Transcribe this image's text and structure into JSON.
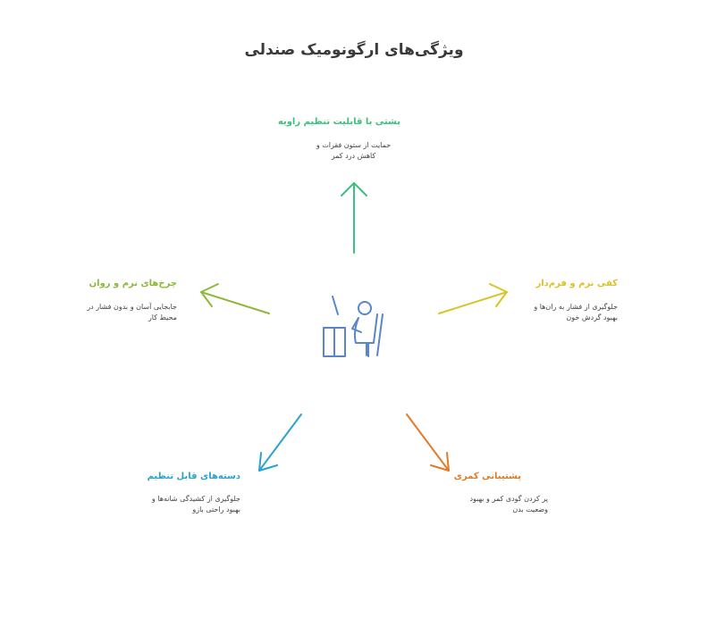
{
  "title": "ویژگی‌های ارگونومیک صندلی",
  "colors": {
    "backrest": "#3dbf7f",
    "seat": "#d8c42a",
    "lumbar": "#e07b2a",
    "armrest": "#2aa3cf",
    "wheels": "#8db83a",
    "center": "#5a86c9"
  },
  "nodes": {
    "backrest": {
      "title": "پشتی با قابلیت تنظیم زاویه",
      "desc": "حمایت از ستون فقرات و کاهش درد کمر"
    },
    "seat": {
      "title": "کفی نرم و فرم‌دار",
      "desc": "جلوگیری از فشار به ران‌ها و بهبود گردش خون"
    },
    "lumbar": {
      "title": "پشتیبانی کمری",
      "desc": "پر کردن گودی کمر و بهبود وضعیت بدن"
    },
    "armrest": {
      "title": "دسته‌های قابل تنظیم",
      "desc": "جلوگیری از کشیدگی شانه‌ها و بهبود راحتی بازو"
    },
    "wheels": {
      "title": "چرخ‌های نرم و روان",
      "desc": "جابجایی آسان و بدون فشار در محیط کار"
    }
  },
  "center_icon": "person-at-desk-icon"
}
